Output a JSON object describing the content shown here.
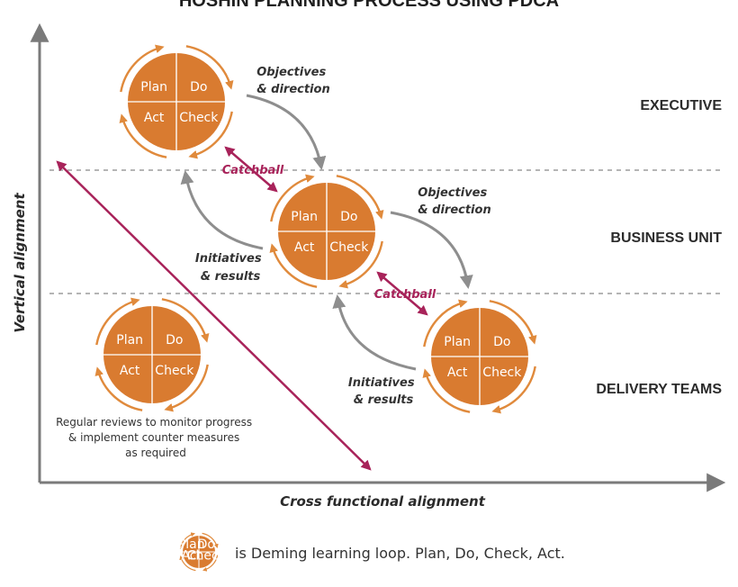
{
  "title": "HOSHIN PLANNING PROCESS USING PDCA",
  "colors": {
    "accent": "#D97B30",
    "ring": "#E08A3C",
    "catchball": "#A8235A",
    "flow_arrow": "#8E8E8E",
    "axis": "#7A7A7A",
    "divider": "#B5B5B5"
  },
  "levels": {
    "executive": "EXECUTIVE",
    "business_unit": "BUSINESS UNIT",
    "delivery_teams": "DELIVERY TEAMS"
  },
  "cycle": {
    "plan": "Plan",
    "do": "Do",
    "act": "Act",
    "check": "Check"
  },
  "flows": {
    "objectives_1": [
      "Objectives",
      "& direction"
    ],
    "objectives_2": [
      "Objectives",
      "& direction"
    ],
    "initiatives_1": [
      "Initiatives",
      "& results"
    ],
    "initiatives_2": [
      "Initiatives",
      "& results"
    ],
    "catchball_1": "Catchball",
    "catchball_2": "Catchball"
  },
  "axes": {
    "y_label": "Vertical alignment",
    "x_label": "Cross functional alignment"
  },
  "note": [
    "Regular reviews to monitor progress",
    "& implement counter measures",
    "as required"
  ],
  "legend": {
    "text": "is Deming learning loop. Plan, Do, Check, Act.",
    "plan": "Plan",
    "do": "Do",
    "act": "Act",
    "check": "Check"
  }
}
